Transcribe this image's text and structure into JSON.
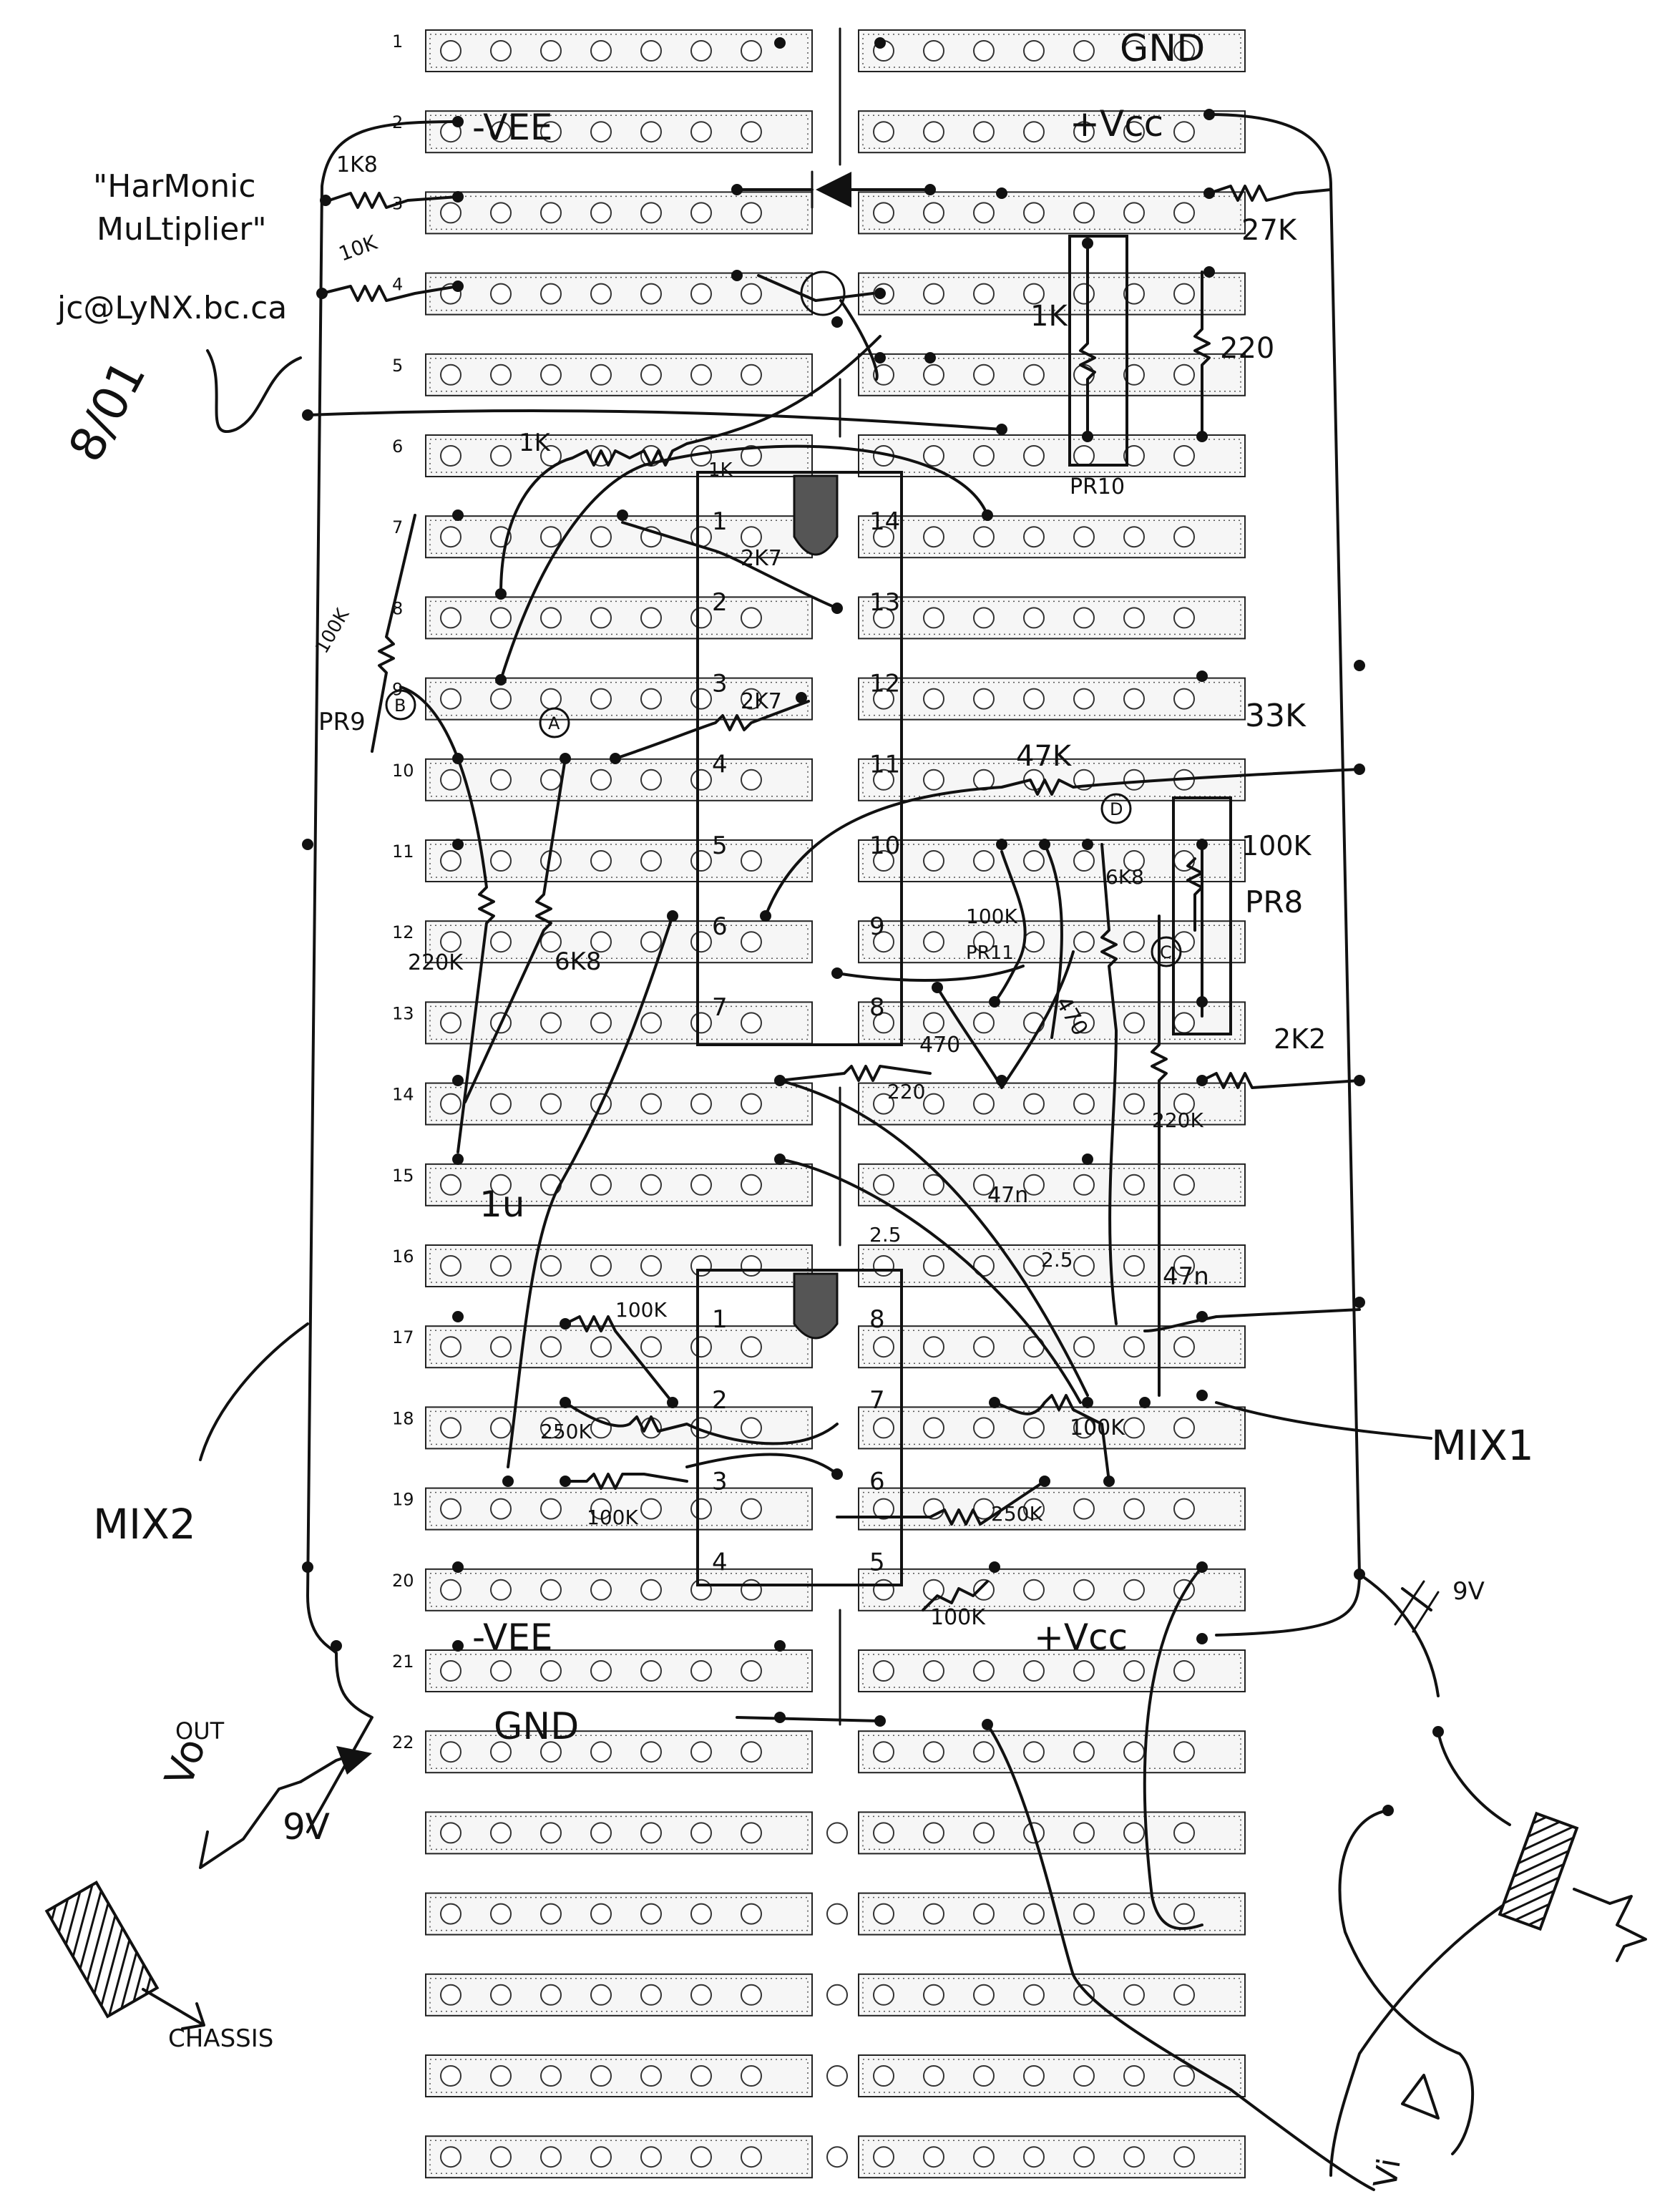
{
  "title_lines": [
    "\"HarMonic",
    "MuLtiplier\""
  ],
  "email": "jc@LyNX.bc.ca",
  "date": "8/01",
  "row_numbers": [
    "1",
    "2",
    "3",
    "4",
    "5",
    "6",
    "7",
    "8",
    "9",
    "10",
    "11",
    "12",
    "13",
    "14",
    "15",
    "16",
    "17",
    "18",
    "19",
    "20",
    "21",
    "22"
  ],
  "rail_labels": {
    "gnd_top": "GND",
    "vee_top": "-VEE",
    "vcc_top": "+Vcc",
    "vee_bottom": "-VEE",
    "vcc_bottom": "+Vcc",
    "gnd_bottom": "GND"
  },
  "chip_upper_pins_left": [
    "1",
    "2",
    "3",
    "4",
    "5",
    "6",
    "7"
  ],
  "chip_upper_pins_right": [
    "14",
    "13",
    "12",
    "11",
    "10",
    "9",
    "8"
  ],
  "chip_lower_pins_left": [
    "1",
    "2",
    "3",
    "4"
  ],
  "chip_lower_pins_right": [
    "8",
    "7",
    "6",
    "5"
  ],
  "component_labels": [
    {
      "id": "r-1k8",
      "text": "1K8"
    },
    {
      "id": "r-10k",
      "text": "10K"
    },
    {
      "id": "r-27k",
      "text": "27K"
    },
    {
      "id": "r-1k-trim",
      "text": "1K"
    },
    {
      "id": "r-220-top",
      "text": "220"
    },
    {
      "id": "r-1k-a",
      "text": "1K"
    },
    {
      "id": "r-1k-b",
      "text": "1K"
    },
    {
      "id": "pr10",
      "text": "PR10"
    },
    {
      "id": "r-2k7-a",
      "text": "2K7"
    },
    {
      "id": "r-2k7-b",
      "text": "2K7"
    },
    {
      "id": "r-33k",
      "text": "33K"
    },
    {
      "id": "pot-100k-pr9",
      "text": "100K"
    },
    {
      "id": "pr9",
      "text": "PR9"
    },
    {
      "id": "r-47k",
      "text": "47K"
    },
    {
      "id": "pot-100k-pr8",
      "text": "100K"
    },
    {
      "id": "pr8",
      "text": "PR8"
    },
    {
      "id": "r-6k8-right",
      "text": "6K8"
    },
    {
      "id": "pot-100k-pr11",
      "text": "100K"
    },
    {
      "id": "pr11",
      "text": "PR11"
    },
    {
      "id": "r-470-a",
      "text": "470"
    },
    {
      "id": "r-470-b",
      "text": "470"
    },
    {
      "id": "r-220k-left",
      "text": "220K"
    },
    {
      "id": "r-6k8-left",
      "text": "6K8"
    },
    {
      "id": "r-2k2",
      "text": "2K2"
    },
    {
      "id": "r-220-mid",
      "text": "220"
    },
    {
      "id": "r-220k-right",
      "text": "220K"
    },
    {
      "id": "c-1u",
      "text": "1u"
    },
    {
      "id": "c-47n-a",
      "text": "47n"
    },
    {
      "id": "c-2u5-a",
      "text": "2.5"
    },
    {
      "id": "c-2u5-b",
      "text": "2.5"
    },
    {
      "id": "c-47n-b",
      "text": "47n"
    },
    {
      "id": "pot-100k-mix2",
      "text": "100K"
    },
    {
      "id": "pot-250k-a",
      "text": "250K"
    },
    {
      "id": "r-100k-low",
      "text": "100K"
    },
    {
      "id": "r-100k-right",
      "text": "100K"
    },
    {
      "id": "pot-250k-b",
      "text": "250K"
    },
    {
      "id": "r-100k-bottom",
      "text": "100K"
    },
    {
      "id": "battery-right",
      "text": "9V"
    },
    {
      "id": "battery-left",
      "text": "9V"
    }
  ],
  "node_markers": [
    "B",
    "A",
    "D",
    "C"
  ],
  "side_labels": {
    "mix2": "MIX2",
    "mix1": "MIX1",
    "out": "OUT",
    "out_sym": "Vo",
    "in_sym": "Vi",
    "chassis": "CHASSIS"
  }
}
